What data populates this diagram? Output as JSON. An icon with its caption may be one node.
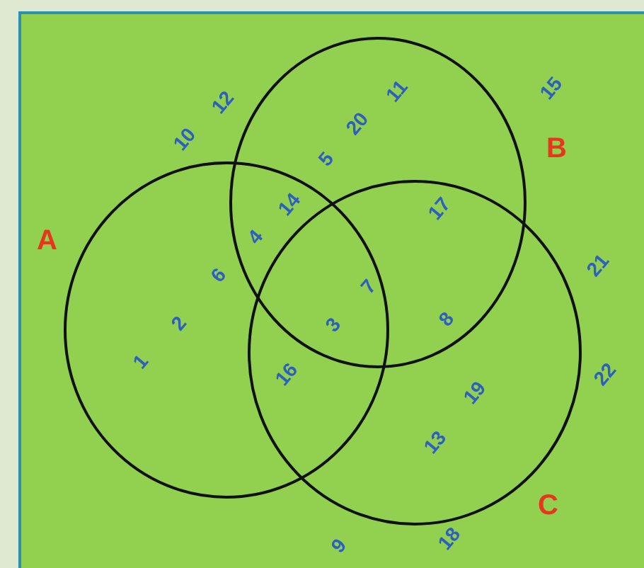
{
  "diagram": {
    "nodes": [
      {
        "text": [
          "A"
        ]
      },
      {
        "text": [
          "B"
        ]
      },
      {
        "text": [
          "C"
        ]
      }
    ],
    "labels": [
      "10",
      "12",
      "5",
      "20",
      "11",
      "15",
      "14",
      "17",
      "4",
      "6",
      "21",
      "7",
      "3",
      "8",
      "1",
      "2",
      "16",
      "22",
      "19",
      "13",
      "9",
      "18"
    ]
  }
}
